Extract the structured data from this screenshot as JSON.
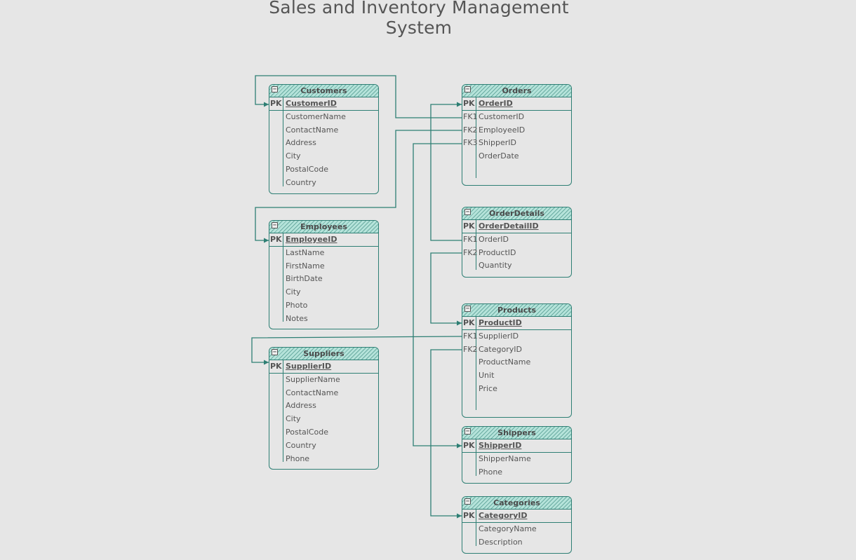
{
  "title": "Sales and Inventory Management System",
  "colors": {
    "accent": "#2e7f74",
    "header_fill": "#b5e3da",
    "background": "#e6e6e6"
  },
  "tables": {
    "customers": {
      "name": "Customers",
      "pk": {
        "key": "PK",
        "field": "CustomerID"
      },
      "fields": [
        {
          "key": "",
          "field": "CustomerName"
        },
        {
          "key": "",
          "field": "ContactName"
        },
        {
          "key": "",
          "field": "Address"
        },
        {
          "key": "",
          "field": "City"
        },
        {
          "key": "",
          "field": "PostalCode"
        },
        {
          "key": "",
          "field": "Country"
        }
      ]
    },
    "employees": {
      "name": "Employees",
      "pk": {
        "key": "PK",
        "field": "EmployeeID"
      },
      "fields": [
        {
          "key": "",
          "field": "LastName"
        },
        {
          "key": "",
          "field": "FirstName"
        },
        {
          "key": "",
          "field": "BirthDate"
        },
        {
          "key": "",
          "field": "City"
        },
        {
          "key": "",
          "field": "Photo"
        },
        {
          "key": "",
          "field": "Notes"
        }
      ]
    },
    "suppliers": {
      "name": "Suppliers",
      "pk": {
        "key": "PK",
        "field": "SupplierID"
      },
      "fields": [
        {
          "key": "",
          "field": "SupplierName"
        },
        {
          "key": "",
          "field": "ContactName"
        },
        {
          "key": "",
          "field": "Address"
        },
        {
          "key": "",
          "field": "City"
        },
        {
          "key": "",
          "field": "PostalCode"
        },
        {
          "key": "",
          "field": "Country"
        },
        {
          "key": "",
          "field": "Phone"
        }
      ]
    },
    "orders": {
      "name": "Orders",
      "pk": {
        "key": "PK",
        "field": "OrderID"
      },
      "fields": [
        {
          "key": "FK1",
          "field": "CustomerID"
        },
        {
          "key": "FK2",
          "field": "EmployeeID"
        },
        {
          "key": "FK3",
          "field": "ShipperID"
        },
        {
          "key": "",
          "field": "OrderDate"
        }
      ]
    },
    "orderdetails": {
      "name": "OrderDetails",
      "pk": {
        "key": "PK",
        "field": "OrderDetailID"
      },
      "fields": [
        {
          "key": "FK1",
          "field": "OrderID"
        },
        {
          "key": "FK2",
          "field": "ProductID"
        },
        {
          "key": "",
          "field": "Quantity"
        }
      ]
    },
    "products": {
      "name": "Products",
      "pk": {
        "key": "PK",
        "field": "ProductID"
      },
      "fields": [
        {
          "key": "FK1",
          "field": "SupplierID"
        },
        {
          "key": "FK2",
          "field": "CategoryID"
        },
        {
          "key": "",
          "field": "ProductName"
        },
        {
          "key": "",
          "field": "Unit"
        },
        {
          "key": "",
          "field": "Price"
        }
      ]
    },
    "shippers": {
      "name": "Shippers",
      "pk": {
        "key": "PK",
        "field": "ShipperID"
      },
      "fields": [
        {
          "key": "",
          "field": "ShipperName"
        },
        {
          "key": "",
          "field": "Phone"
        }
      ]
    },
    "categories": {
      "name": "Categories",
      "pk": {
        "key": "PK",
        "field": "CategoryID"
      },
      "fields": [
        {
          "key": "",
          "field": "CategoryName"
        },
        {
          "key": "",
          "field": "Description"
        }
      ]
    }
  }
}
